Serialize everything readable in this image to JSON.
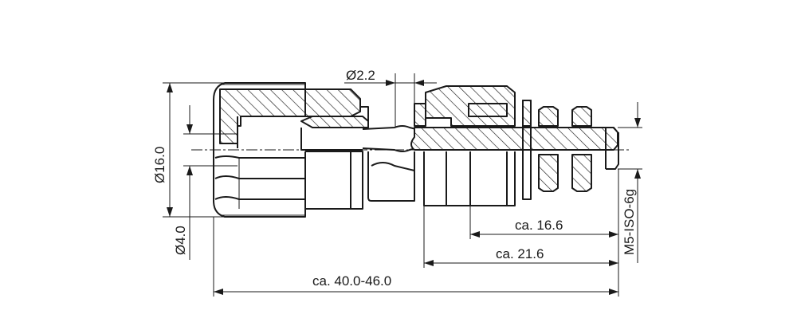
{
  "dimensions": {
    "hole_diameter": "Ø2.2",
    "knob_diameter": "Ø16.0",
    "plug_diameter": "Ø4.0",
    "thread": "M5-ISO-6g",
    "length_1": "ca. 16.6",
    "length_2": "ca. 21.6",
    "total_length": "ca. 40.0-46.0"
  }
}
